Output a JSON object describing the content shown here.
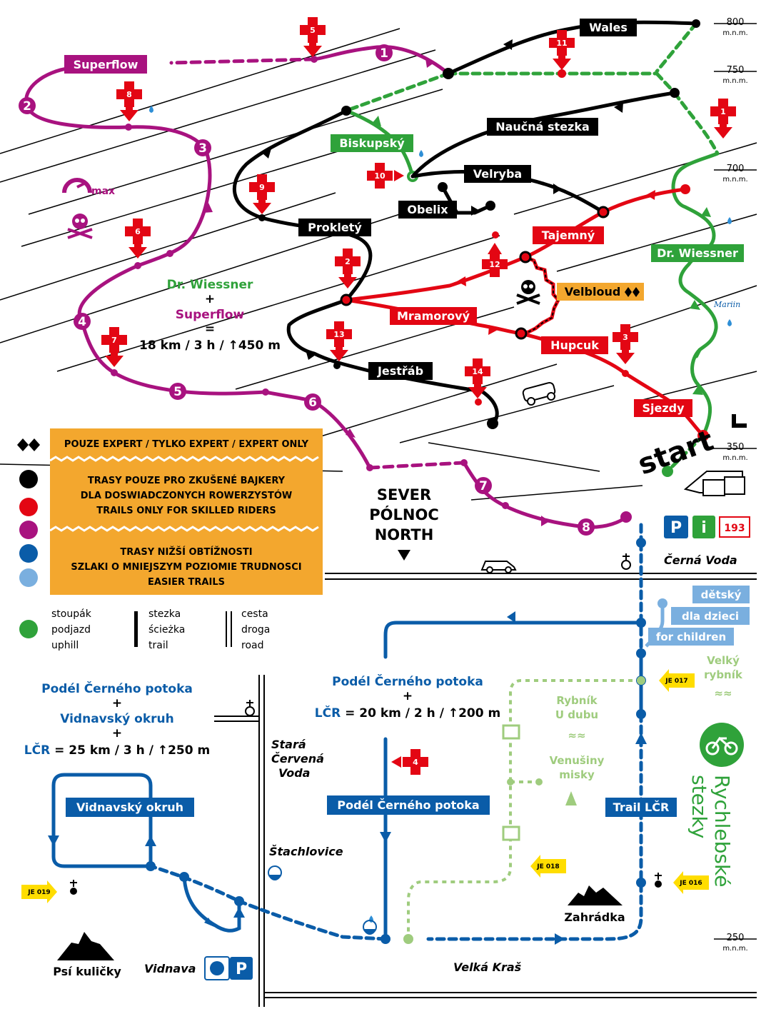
{
  "colors": {
    "magenta": "#a8127f",
    "black": "#000000",
    "red": "#e30613",
    "green": "#2fa23a",
    "lightgreen": "#9fcc7e",
    "blue": "#0a5ca8",
    "lightblue": "#7aafdf",
    "orange": "#f3a72e",
    "yellow": "#ffdd00",
    "grey": "#c7c7c7"
  },
  "elevations": [
    {
      "value": "800",
      "unit": "m.n.m."
    },
    {
      "value": "750",
      "unit": "m.n.m."
    },
    {
      "value": "700",
      "unit": "m.n.m."
    },
    {
      "value": "350",
      "unit": "m.n.m."
    },
    {
      "value": "250",
      "unit": "m.n.m."
    }
  ],
  "trail_labels": {
    "superflow": "Superflow",
    "wales": "Wales",
    "naucna": "Naučná stezka",
    "biskupsky": "Biskupský",
    "velryba": "Velryba",
    "obelix": "Obelix",
    "prokléty": "Prokletý",
    "tajemny": "Tajemný",
    "velbloud": "Velbloud",
    "mramorovy": "Mramorový",
    "hupcuk": "Hupcuk",
    "jestrab": "Jestřáb",
    "sjezdy": "Sjezdy",
    "wiessner": "Dr. Wiessner",
    "start": "start"
  },
  "superflow_numbers": [
    "1",
    "2",
    "3",
    "4",
    "5",
    "6",
    "7",
    "8"
  ],
  "red_cross_numbers": {
    "c1": "1",
    "c2": "2",
    "c3": "3",
    "c4": "4",
    "c5": "5",
    "c6": "6",
    "c7": "7",
    "c8": "8",
    "c9": "9",
    "c10": "10",
    "c11": "11",
    "c12": "12",
    "c13": "13",
    "c14": "14"
  },
  "combo_top": {
    "line1": "Dr. Wiessner",
    "plus1": "+",
    "line2": "Superflow",
    "eq": "=",
    "stats": "18 km / 3 h / ↑450 m"
  },
  "max_label": "max",
  "north": {
    "l1": "SEVER",
    "l2": "PÓLNOC",
    "l3": "NORTH"
  },
  "legend": {
    "expert": "POUZE EXPERT / TYLKO EXPERT / EXPERT ONLY",
    "skilled": [
      "TRASY POUZE PRO ZKUŠENÉ BAJKERY",
      "DLA DOSWIADCZONYCH ROWERZYSTÓW",
      "TRAILS ONLY FOR SKILLED RIDERS"
    ],
    "easier": [
      "TRASY NIŽŠÍ OBTÍŽNOSTI",
      "SZLAKI O MNIEJSZYM POZIOMIE TRUDNOSCI",
      "EASIER TRAILS"
    ],
    "uphill": [
      "stoupák",
      "podjazd",
      "uphill"
    ],
    "trail": [
      "stezka",
      "ścieżka",
      "trail"
    ],
    "road": [
      "cesta",
      "droga",
      "road"
    ]
  },
  "places": {
    "cerna_voda": "Černá Voda",
    "stara": [
      "Stará",
      "Červená",
      "Voda"
    ],
    "stachlovice": "Štachlovice",
    "vidnava": "Vidnava",
    "velka_kras": "Velká Kraš",
    "zahradka": "Zahrádka",
    "psi": "Psí kuličky",
    "velky": [
      "Velký",
      "rybník"
    ],
    "rybnik_dubu": [
      "Rybník",
      "U dubu"
    ],
    "venusiny": [
      "Venušiny",
      "misky"
    ],
    "marian": "Mariin"
  },
  "kids": [
    "dětský",
    "dla dzieci",
    "for children"
  ],
  "services": {
    "p": "P",
    "i": "i",
    "tel": "193"
  },
  "combo_mid": {
    "line1": "Podél Černého potoka",
    "plus": "+",
    "stats_prefix": "LČR",
    "stats": " = 20 km / 2 h / ↑200 m"
  },
  "combo_left": {
    "line1": "Podél Černého potoka",
    "plus1": "+",
    "line2": "Vidnavský okruh",
    "plus2": "+",
    "stats_prefix": "LČR",
    "stats": " = 25 km / 3 h / ↑250 m"
  },
  "blue_labels": {
    "podel": "Podél Černého potoka",
    "vidnavsky": "Vidnavský okruh",
    "trail_lcr": "Trail LČR"
  },
  "je_signs": [
    "JE 017",
    "JE 018",
    "JE 016",
    "JE 019"
  ],
  "brand": [
    "Rychlebské",
    "stezky"
  ]
}
